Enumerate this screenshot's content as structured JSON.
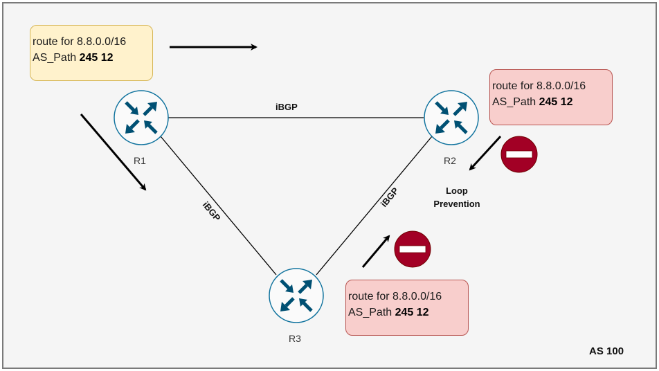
{
  "diagram": {
    "as_label": "AS 100",
    "routers": [
      {
        "id": "R1",
        "label": "R1"
      },
      {
        "id": "R2",
        "label": "R2"
      },
      {
        "id": "R3",
        "label": "R3"
      }
    ],
    "links": [
      {
        "from": "R1",
        "to": "R2",
        "label": "iBGP"
      },
      {
        "from": "R1",
        "to": "R3",
        "label": "iBGP"
      },
      {
        "from": "R3",
        "to": "R2",
        "label": "iBGP"
      }
    ],
    "notes": {
      "r1": {
        "line1": "route for 8.8.0.0/16",
        "prefix": "AS_Path ",
        "path": "245 12"
      },
      "r2": {
        "line1": "route for 8.8.0.0/16",
        "prefix": "AS_Path ",
        "path": "245 12"
      },
      "r3": {
        "line1": "route for 8.8.0.0/16",
        "prefix": "AS_Path ",
        "path": "245 12"
      }
    },
    "loop_prevention": "Loop Prevention",
    "colors": {
      "router_icon": "#005073",
      "note_yellow_fill": "#fff2cc",
      "note_yellow_border": "#d6b656",
      "note_red_fill": "#f8cecc",
      "note_red_border": "#b85450",
      "block_sign": "#a20025"
    }
  }
}
